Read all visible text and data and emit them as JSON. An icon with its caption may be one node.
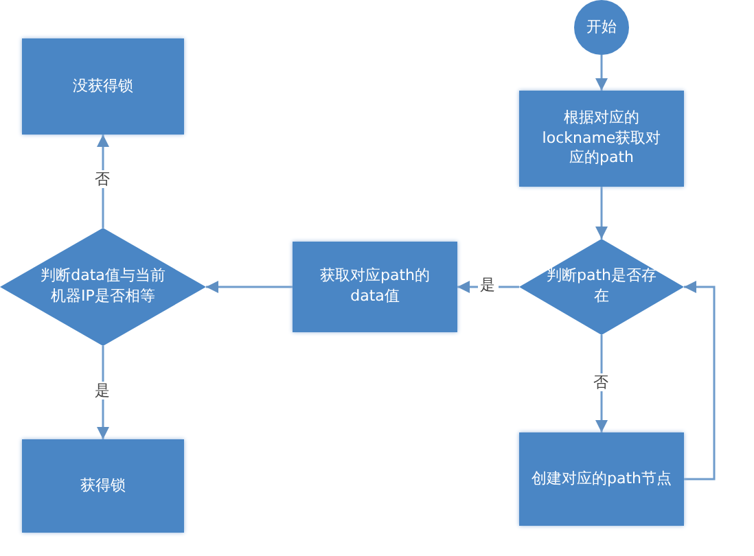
{
  "diagram": {
    "nodes": [
      {
        "text": [
          "开始"
        ]
      },
      {
        "text": [
          "根据对应的lockname获取对应的path"
        ]
      },
      {
        "text": [
          "判断path是否存在"
        ]
      },
      {
        "text": [
          "获取对应path的data值"
        ]
      },
      {
        "text": [
          "创建对应的path节点"
        ]
      },
      {
        "text": [
          "判断data值与当前机器IP是否相等"
        ]
      },
      {
        "text": [
          "没获得锁"
        ]
      },
      {
        "text": [
          "获得锁"
        ]
      }
    ],
    "edges": [
      {
        "from": 0,
        "to": 1,
        "arrow": "to"
      },
      {
        "from": 1,
        "to": 2,
        "arrow": "to"
      },
      {
        "from": 2,
        "to": 3,
        "arrow": "to",
        "label": "是"
      },
      {
        "from": 2,
        "to": 4,
        "arrow": "to",
        "label": "否"
      },
      {
        "from": 4,
        "to": 2,
        "arrow": "to"
      },
      {
        "from": 3,
        "to": 5,
        "arrow": "to"
      },
      {
        "from": 5,
        "to": 6,
        "arrow": "to",
        "label": "否"
      },
      {
        "from": 5,
        "to": 7,
        "arrow": "to",
        "label": "是"
      }
    ]
  }
}
